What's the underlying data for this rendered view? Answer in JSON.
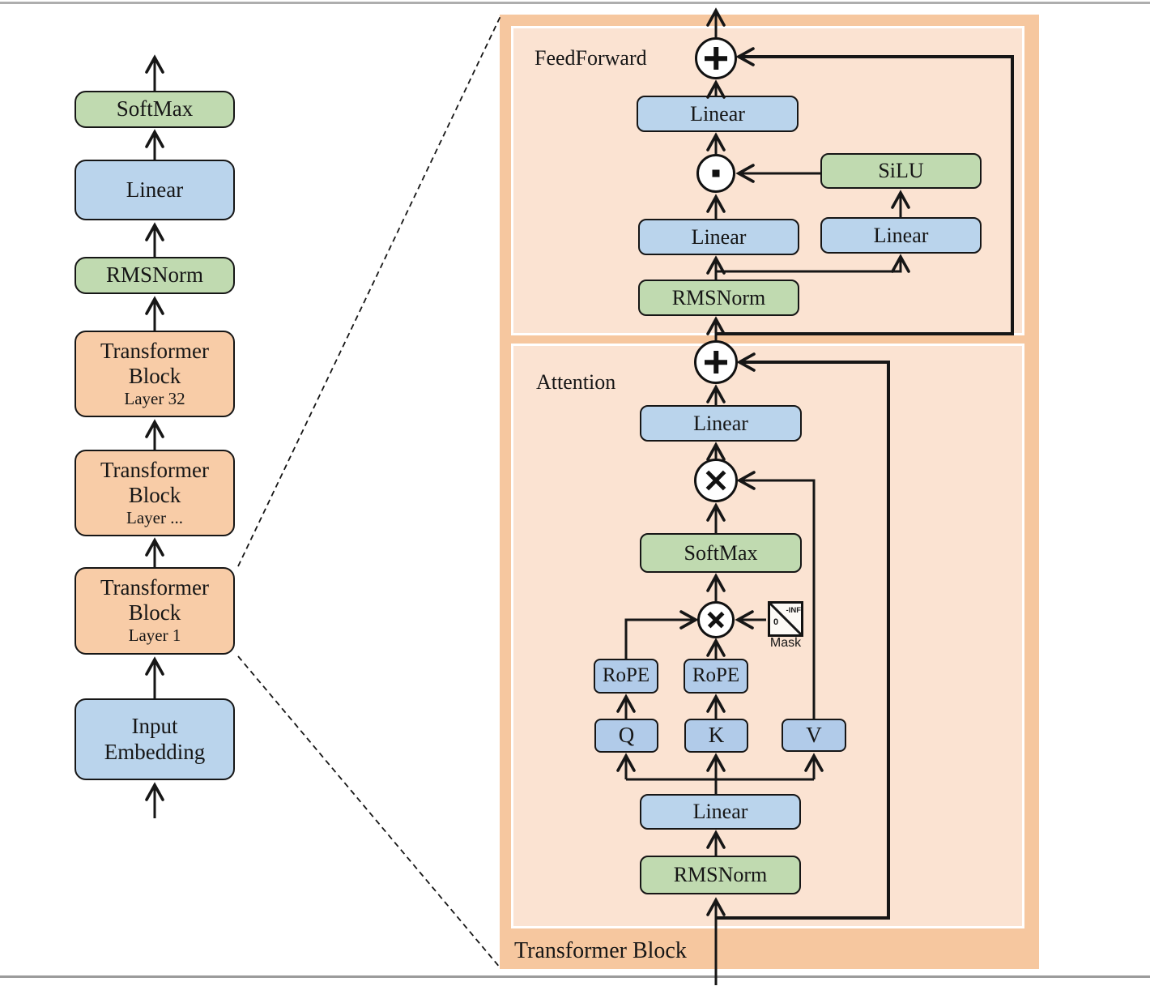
{
  "left_column": {
    "boxes": [
      {
        "label": "SoftMax"
      },
      {
        "label": "Linear"
      },
      {
        "label": "RMSNorm"
      },
      {
        "label": "Transformer Block",
        "sublabel": "Layer 32"
      },
      {
        "label": "Transformer Block",
        "sublabel": "Layer ..."
      },
      {
        "label": "Transformer Block",
        "sublabel": "Layer 1"
      },
      {
        "label": "Input Embedding"
      }
    ]
  },
  "panel": {
    "title": "Transformer Block",
    "feedforward": {
      "label": "FeedForward",
      "linear_out": "Linear",
      "silu": "SiLU",
      "linear_gate": "Linear",
      "linear_up": "Linear",
      "rmsnorm": "RMSNorm"
    },
    "attention": {
      "label": "Attention",
      "linear_out": "Linear",
      "softmax": "SoftMax",
      "rope_q": "RoPE",
      "rope_k": "RoPE",
      "q": "Q",
      "k": "K",
      "v": "V",
      "mask": {
        "label": "Mask",
        "zero": "0",
        "inf": "-INF"
      },
      "linear_qkv": "Linear",
      "rmsnorm": "RMSNorm"
    }
  },
  "operators": {
    "add": "plus-circle",
    "matmul": "cross-circle",
    "elementwise_product": "dot-circle"
  },
  "colors": {
    "panel_outer": "#f6c79f",
    "panel_inner": "#fbe3d2",
    "box_green": "#c0dab0",
    "box_blue": "#bad4ec",
    "box_qkv_blue": "#b1cbe9",
    "box_orange": "#f8cca7",
    "line": "#161616",
    "background": "#ffffff"
  }
}
